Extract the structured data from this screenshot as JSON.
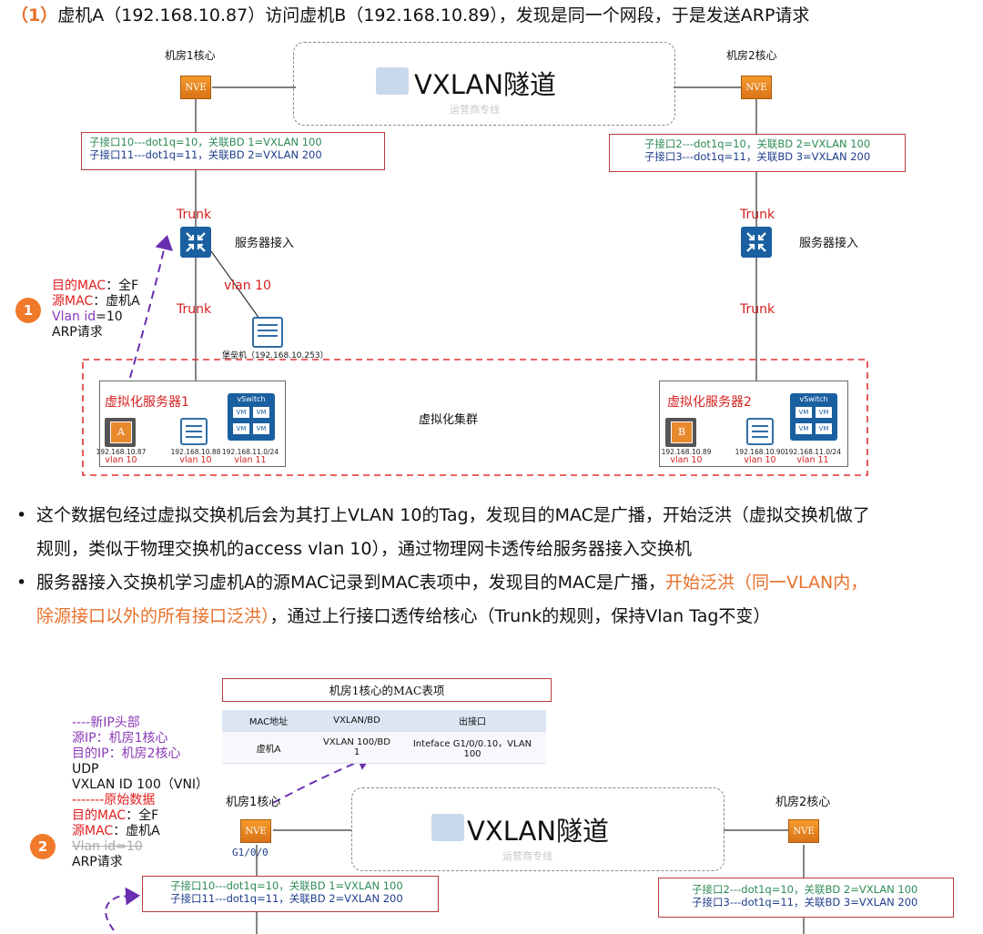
{
  "heading": {
    "num": "（1）",
    "text": "虚机A（192.168.10.87）访问虚机B（192.168.10.89），发现是同一个网段，于是发送ARP请求"
  },
  "top": {
    "core1_label": "机房1核心",
    "core2_label": "机房2核心",
    "nve": "NVE",
    "tunnel_title": "VXLAN隧道",
    "tunnel_watermark": "运营商专线",
    "left_sub1": "子接口10---dot1q=10，关联BD 1=VXLAN 100",
    "left_sub2": "子接口11---dot1q=11，关联BD 2=VXLAN 200",
    "right_sub1": "子接口2---dot1q=10，关联BD 2=VXLAN 100",
    "right_sub2": "子接口3---dot1q=11，关联BD 3=VXLAN 200",
    "trunk": "Trunk",
    "server_access": "服务器接入",
    "vlan10": "vlan 10",
    "bastion": "堡垒机（192.168.10.253）",
    "cluster_label": "虚拟化集群",
    "vserver1": "虚拟化服务器1",
    "vserver2": "虚拟化服务器2",
    "vswitch": "vSwitch",
    "vm": "VM",
    "vmA": "A",
    "vmB": "B",
    "s1_ip1": "192.168.10.87",
    "s1_v1": "vlan 10",
    "s1_ip2": "192.168.10.88",
    "s1_v2": "vlan 10",
    "s1_ip3": "192.168.11.0/24",
    "s1_v3": "vlan 11",
    "s2_ip1": "192.168.10.89",
    "s2_v1": "vlan 10",
    "s2_ip2": "192.168.10.90",
    "s2_v2": "vlan 10",
    "s2_ip3": "192.168.11.0/24",
    "s2_v3": "vlan 11"
  },
  "ann1": {
    "num": "1",
    "dmac_k": "目的MAC",
    "dmac_v": "：全F",
    "smac_k": "源MAC",
    "smac_v": "：虚机A",
    "vlan_k": "Vlan id",
    "vlan_v": "=10",
    "arp": "ARP请求"
  },
  "bullets": {
    "b1_l1": "这个数据包经过虚拟交换机后会为其打上VLAN 10的Tag，发现目的MAC是广播，开始泛洪（虚拟交换机做了",
    "b1_l2": "规则，类似于物理交换机的access vlan 10），通过物理网卡透传给服务器接入交换机",
    "b2_l1a": "服务器接入交换机学习虚机A的源MAC记录到MAC表项中，发现目的MAC是广播，",
    "b2_l1b": "开始泛洪（同一VLAN内，",
    "b2_l2a": "除源接口以外的所有接口泛洪）",
    "b2_l2b": "，通过上行接口透传给核心（Trunk的规则，保持Vlan Tag不变）"
  },
  "mac_table": {
    "title": "机房1核心的MAC表项",
    "headers": [
      "MAC地址",
      "VXLAN/BD",
      "出接口"
    ],
    "row": [
      "虚机A",
      "VXLAN 100/BD 1",
      "Inteface G1/0/0.10，VLAN 100"
    ]
  },
  "ann2": {
    "num": "2",
    "l1": "----新IP头部",
    "sip_k": "源IP",
    "sip_v": "：机房1核心",
    "dip_k": "目的IP",
    "dip_v": "：机房2核心",
    "udp": "UDP",
    "vni": "VXLAN ID 100（VNI）",
    "l6": "-------原始数据",
    "dmac_k": "目的MAC",
    "dmac_v": "：全F",
    "smac_k": "源MAC",
    "smac_v": "：虚机A",
    "vlan_struck": "Vlan id=10",
    "arp": "ARP请求"
  },
  "bottom": {
    "core1_label": "机房1核心",
    "core2_label": "机房2核心",
    "g1": "G1/0/0",
    "left_sub1": "子接口10---dot1q=10，关联BD 1=VXLAN 100",
    "left_sub2": "子接口11---dot1q=11，关联BD 2=VXLAN 200",
    "right_sub1": "子接口2---dot1q=10，关联BD 2=VXLAN 100",
    "right_sub2": "子接口3---dot1q=11，关联BD 3=VXLAN 200"
  }
}
